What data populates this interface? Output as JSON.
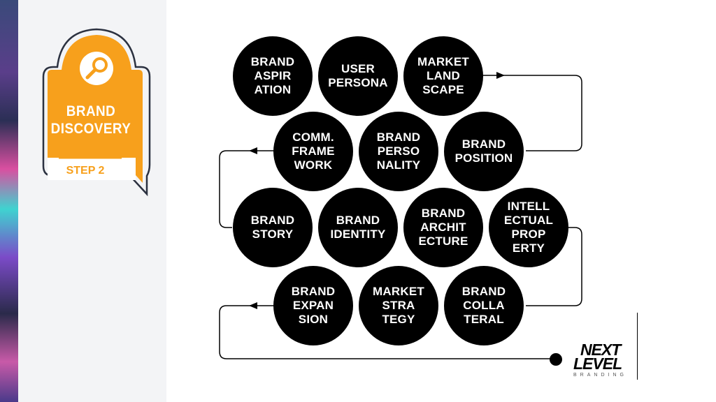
{
  "badge": {
    "line1": "BRAND",
    "line2": "DISCOVERY",
    "step": "STEP 2",
    "icon": "magnifier-icon",
    "color": "#f7a01c"
  },
  "steps": [
    "BRAND\nASPIR\nATION",
    "USER\nPERSONA",
    "MARKET\nLAND\nSCAPE",
    "BRAND\nPOSITION",
    "BRAND\nPERSO\nNALITY",
    "COMM.\nFRAME\nWORK",
    "BRAND\nSTORY",
    "BRAND\nIDENTITY",
    "BRAND\nARCHIT\nECTURE",
    "INTELL\nECTUAL\nPROP\nERTY",
    "BRAND\nCOLLA\nTERAL",
    "MARKET\nSTRA\nTEGY",
    "BRAND\nEXPAN\nSION"
  ],
  "logo": {
    "line1": "NEXT",
    "line2": "LEVEL",
    "line3": "BRANDING"
  }
}
